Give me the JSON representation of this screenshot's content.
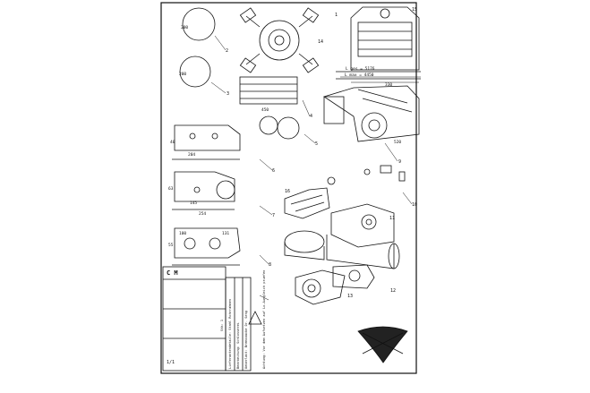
{
  "drawing": {
    "labels": {
      "d1": "1",
      "d2": "2",
      "d3": "3",
      "d4": "4",
      "d5": "5",
      "d6": "6",
      "d7": "7",
      "d8": "8",
      "d9": "9",
      "d10": "10",
      "d11": "11",
      "d12": "12",
      "d13": "13",
      "d14": "14",
      "d15": "15",
      "d16": "16",
      "dim_200a": "200",
      "dim_200b": "200",
      "dim_450": "450",
      "dim_330": "330",
      "dim_520": "520",
      "dim_max": "L max = 4450",
      "dim_ges": "L ges = 5176",
      "dim_145": "145",
      "dim_204": "204",
      "dim_100": "100",
      "dim_254": "254",
      "dim_131": "131",
      "dim_40": "40",
      "dim_63": "63",
      "dim_55": "55"
    },
    "title_block": {
      "company": "C    M",
      "rows": [
        "Lieferantendetaile: Stahl Rohrrahmen",
        "Bearbeitung: Schlosserei",
        "Ueberlast: Bremsbacke Dr. Seng",
        "Stk: 1"
      ],
      "sheet": "1/1",
      "warning": "Achtung: Vor dem Aufsetzen auf Lo-Ausgleich pruefen"
    }
  }
}
